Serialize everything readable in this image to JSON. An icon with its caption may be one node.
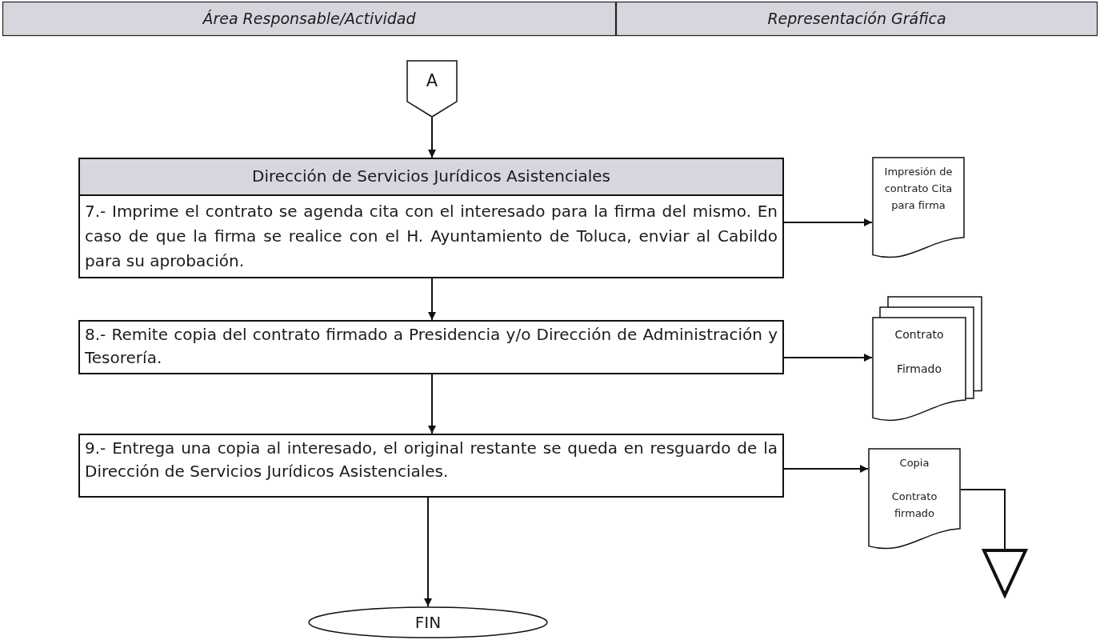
{
  "diagram": {
    "nodes": [
      {
        "text": [
          "Área Responsable/Actividad"
        ]
      },
      {
        "text": [
          "Representación Gráfica"
        ]
      },
      {
        "text": [
          "A"
        ]
      },
      {
        "text": [
          "Dirección de Servicios Jurídicos Asistenciales",
          "7.- Imprime el contrato se agenda cita con el interesado para la firma del mismo. En caso de que la firma se realice con el H. Ayuntamiento de Toluca, enviar al Cabildo para su aprobación."
        ]
      },
      {
        "text": [
          "Impresión de contrato Cita para firma"
        ]
      },
      {
        "text": [
          "8.- Remite copia del contrato firmado a Presidencia y/o Dirección de Administración y Tesorería."
        ]
      },
      {
        "text": [
          "Contrato",
          "Firmado"
        ]
      },
      {
        "text": [
          "9.- Entrega una copia al interesado, el original restante se queda en resguardo de la Dirección de Servicios Jurídicos Asistenciales."
        ]
      },
      {
        "text": [
          "Copia",
          "Contrato firmado"
        ]
      },
      {
        "text": [],
        "shape": "triangle"
      },
      {
        "text": [
          "FIN"
        ]
      }
    ],
    "edges": [
      {
        "from": 2,
        "to": 3,
        "arrow": "to"
      },
      {
        "from": 3,
        "to": 4,
        "arrow": "to"
      },
      {
        "from": 3,
        "to": 5,
        "arrow": "to"
      },
      {
        "from": 5,
        "to": 6,
        "arrow": "to"
      },
      {
        "from": 5,
        "to": 7,
        "arrow": "to"
      },
      {
        "from": 7,
        "to": 8,
        "arrow": "to"
      },
      {
        "from": 8,
        "to": 9,
        "arrow": "none"
      },
      {
        "from": 7,
        "to": 10,
        "arrow": "to"
      }
    ]
  }
}
